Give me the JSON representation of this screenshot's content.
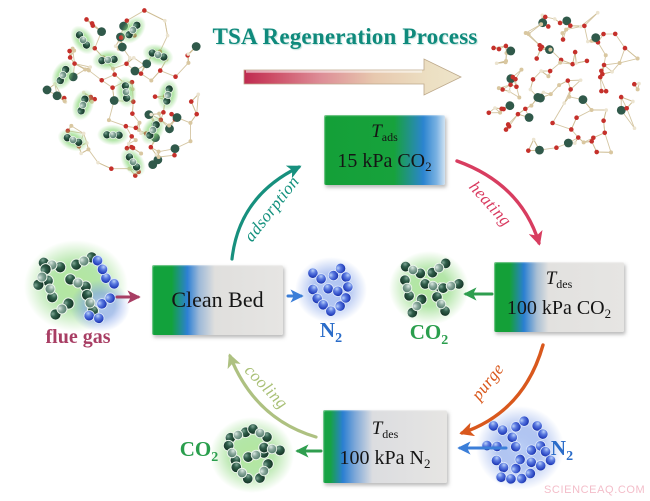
{
  "title": {
    "text": "TSA Regeneration Process",
    "color": "#0f8a7c"
  },
  "top_arrow": {
    "name": "tsa-direction-arrow",
    "start_color": "#c02a50",
    "end_color": "#eee4ca"
  },
  "boxes": {
    "adsorption": {
      "temp_symbol": "T",
      "temp_subscript": "ads",
      "pressure_text": "15 kPa CO",
      "pressure_subscript": "2"
    },
    "desorption_co2": {
      "temp_symbol": "T",
      "temp_subscript": "des",
      "pressure_text": "100 kPa CO",
      "pressure_subscript": "2"
    },
    "desorption_n2": {
      "temp_symbol": "T",
      "temp_subscript": "des",
      "pressure_text": "100 kPa N",
      "pressure_subscript": "2"
    },
    "clean_bed": {
      "label": "Clean Bed"
    }
  },
  "process_labels": {
    "adsorption": {
      "text": "adsorption",
      "color": "#14917e"
    },
    "heating": {
      "text": "heating",
      "color": "#d93b60"
    },
    "purge": {
      "text": "purge",
      "color": "#d9581c"
    },
    "cooling": {
      "text": "cooling",
      "color": "#a9c076"
    }
  },
  "molecule_labels": {
    "flue_gas": {
      "text": "flue gas",
      "color": "#a83e64"
    },
    "n2_mid": {
      "text": "N",
      "subscript": "2",
      "color": "#2a6cc9"
    },
    "co2_mid": {
      "text": "CO",
      "subscript": "2",
      "color": "#2a9e4d"
    },
    "co2_bottom": {
      "text": "CO",
      "subscript": "2",
      "color": "#2a9e4d"
    },
    "n2_bottom": {
      "text": "N",
      "subscript": "2",
      "color": "#2a6cc9"
    }
  },
  "straight_arrow_colors": {
    "flue_to_bed": "#a83e64",
    "bed_to_n2": "#3b7ed8",
    "des_to_co2": "#2f9e4f",
    "n2_to_des": "#3b7ed8"
  },
  "watermark": {
    "text": "SCIENCEAQ.COM",
    "color": "#f0a8b8"
  }
}
